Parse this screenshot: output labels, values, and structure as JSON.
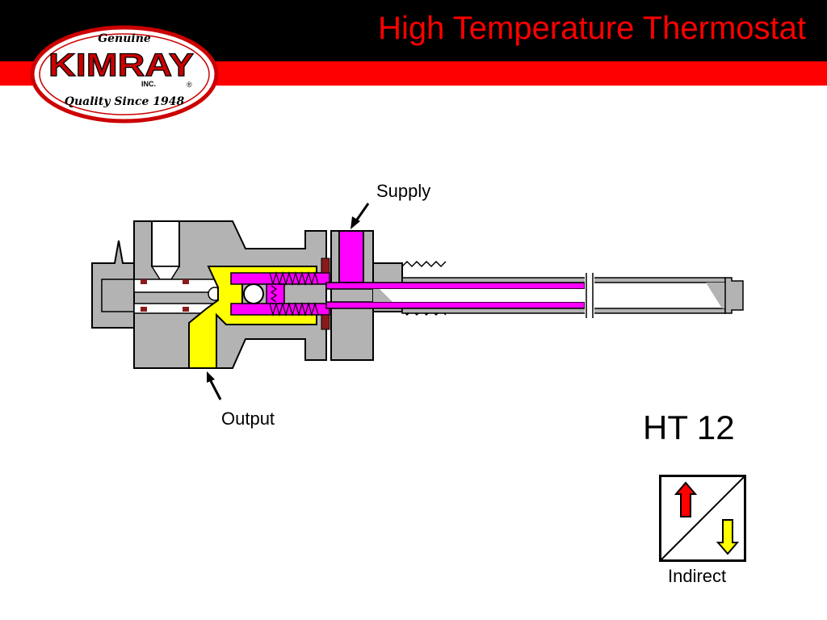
{
  "header": {
    "title": "High Temperature Thermostat",
    "colors": {
      "bar_top": "#000000",
      "bar_bottom": "#ff0000",
      "title": "#ff0000"
    }
  },
  "logo": {
    "top_text": "Genuine",
    "brand": "KIMRAY",
    "suffix": "INC.",
    "registered": "®",
    "tagline": "Quality Since 1948",
    "colors": {
      "ring": "#cc0000",
      "brand": "#cc0000"
    }
  },
  "diagram": {
    "labels": {
      "supply": "Supply",
      "output": "Output"
    },
    "colors": {
      "body": "#b3b3b3",
      "outline": "#000000",
      "output_port": "#ffff00",
      "supply_port": "#ff00ff",
      "seal": "#8b1a1a"
    }
  },
  "model": {
    "name": "HT 12"
  },
  "action_indicator": {
    "label": "Indirect",
    "up_arrow_color": "#ff0000",
    "down_arrow_color": "#ffff00"
  }
}
